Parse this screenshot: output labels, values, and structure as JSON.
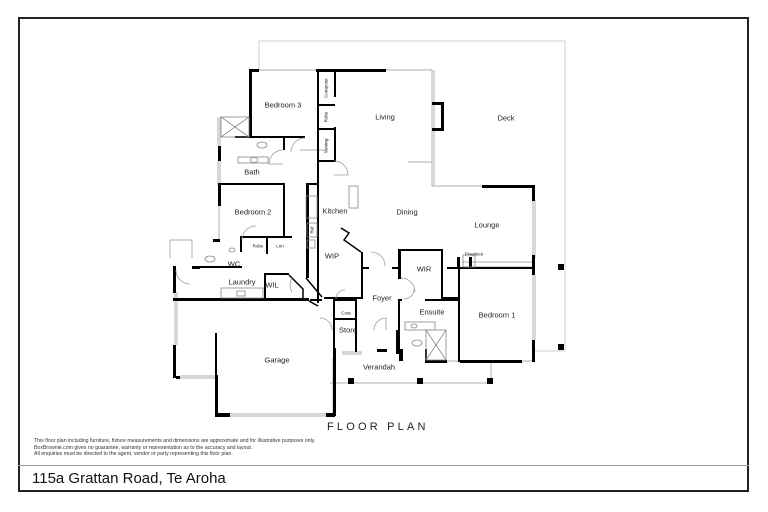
{
  "document": {
    "title": "FLOOR PLAN",
    "address": "115a Grattan Road, Te Aroha",
    "disclaimer": [
      "This floor plan including furniture, fixture measurements and dimensions are approximate and for illustrative purposes only.",
      "BoxBrownie.com gives no guarantee, warranty or representation as to the accuracy and layout.",
      "All enquiries must be directed to the agent, vendor or party representing this floor plan."
    ]
  },
  "rooms": {
    "bedroom3": "Bedroom 3",
    "living": "Living",
    "deck": "Deck",
    "bath": "Bath",
    "bedroom2": "Bedroom 2",
    "kitchen": "Kitchen",
    "dining": "Dining",
    "lounge": "Lounge",
    "robe": "Robe",
    "linen": "Lnn",
    "wc": "WC",
    "wip": "WIP",
    "wir": "WIR",
    "fireplace": "Fireplace",
    "laundry": "Laundry",
    "wil": "WIL",
    "foyer": "Foyer",
    "coat": "Coat",
    "store": "Store",
    "ensuite": "Ensuite",
    "bedroom1": "Bedroom 1",
    "garage": "Garage",
    "verandah": "Verandah",
    "ref": "Ref"
  },
  "cupboards": {
    "computer": "Computer",
    "robe_small": "Robe",
    "sewing": "Sewing"
  },
  "colors": {
    "wall": "#000000",
    "window": "#bdbdbd",
    "outline": "#cfcfcf",
    "frame": "#222222"
  }
}
